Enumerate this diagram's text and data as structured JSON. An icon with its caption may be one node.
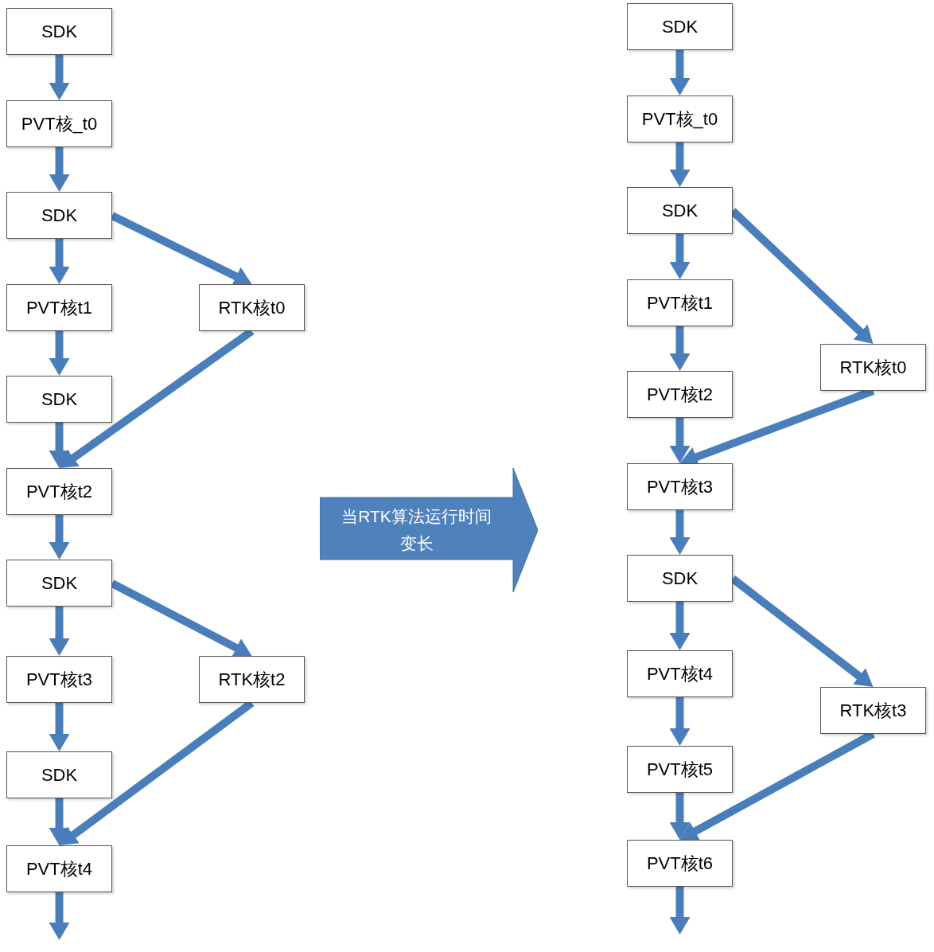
{
  "diagram": {
    "nodes": [
      {
        "text": [
          "SDK"
        ]
      },
      {
        "text": [
          "PVT核_t0"
        ]
      },
      {
        "text": [
          "SDK"
        ]
      },
      {
        "text": [
          "PVT核t1"
        ]
      },
      {
        "text": [
          "RTK核t0"
        ]
      },
      {
        "text": [
          "SDK"
        ]
      },
      {
        "text": [
          "PVT核t2"
        ]
      },
      {
        "text": [
          "SDK"
        ]
      },
      {
        "text": [
          "PVT核t3"
        ]
      },
      {
        "text": [
          "RTK核t2"
        ]
      },
      {
        "text": [
          "SDK"
        ]
      },
      {
        "text": [
          "PVT核t4"
        ]
      },
      {
        "text": [
          "当RTK算法运行时间变长"
        ]
      },
      {
        "text": [
          "SDK"
        ]
      },
      {
        "text": [
          "PVT核_t0"
        ]
      },
      {
        "text": [
          "SDK"
        ]
      },
      {
        "text": [
          "PVT核t1"
        ]
      },
      {
        "text": [
          "RTK核t0"
        ]
      },
      {
        "text": [
          "PVT核t2"
        ]
      },
      {
        "text": [
          "PVT核t3"
        ]
      },
      {
        "text": [
          "SDK"
        ]
      },
      {
        "text": [
          "PVT核t4"
        ]
      },
      {
        "text": [
          "RTK核t3"
        ]
      },
      {
        "text": [
          "PVT核t5"
        ]
      },
      {
        "text": [
          "PVT核t6"
        ]
      }
    ],
    "edges": [
      {
        "from": 0,
        "to": 1,
        "arrow": "to"
      },
      {
        "from": 1,
        "to": 2,
        "arrow": "to"
      },
      {
        "from": 2,
        "to": 3,
        "arrow": "to"
      },
      {
        "from": 2,
        "to": 4,
        "arrow": "to"
      },
      {
        "from": 3,
        "to": 5,
        "arrow": "to"
      },
      {
        "from": 5,
        "to": 6,
        "arrow": "to"
      },
      {
        "from": 4,
        "to": 6,
        "arrow": "to"
      },
      {
        "from": 6,
        "to": 7,
        "arrow": "to"
      },
      {
        "from": 7,
        "to": 8,
        "arrow": "to"
      },
      {
        "from": 7,
        "to": 9,
        "arrow": "to"
      },
      {
        "from": 8,
        "to": 10,
        "arrow": "to"
      },
      {
        "from": 10,
        "to": 11,
        "arrow": "to"
      },
      {
        "from": 9,
        "to": 11,
        "arrow": "to"
      },
      {
        "from": 11,
        "to": null,
        "arrow": "to"
      },
      {
        "from": 13,
        "to": 14,
        "arrow": "to"
      },
      {
        "from": 14,
        "to": 15,
        "arrow": "to"
      },
      {
        "from": 15,
        "to": 16,
        "arrow": "to"
      },
      {
        "from": 15,
        "to": 17,
        "arrow": "to"
      },
      {
        "from": 16,
        "to": 18,
        "arrow": "to"
      },
      {
        "from": 18,
        "to": 19,
        "arrow": "to"
      },
      {
        "from": 17,
        "to": 19,
        "arrow": "to"
      },
      {
        "from": 19,
        "to": 20,
        "arrow": "to"
      },
      {
        "from": 20,
        "to": 21,
        "arrow": "to"
      },
      {
        "from": 20,
        "to": 22,
        "arrow": "to"
      },
      {
        "from": 21,
        "to": 23,
        "arrow": "to"
      },
      {
        "from": 23,
        "to": 24,
        "arrow": "to"
      },
      {
        "from": 22,
        "to": 24,
        "arrow": "to"
      },
      {
        "from": 24,
        "to": null,
        "arrow": "to"
      }
    ]
  }
}
